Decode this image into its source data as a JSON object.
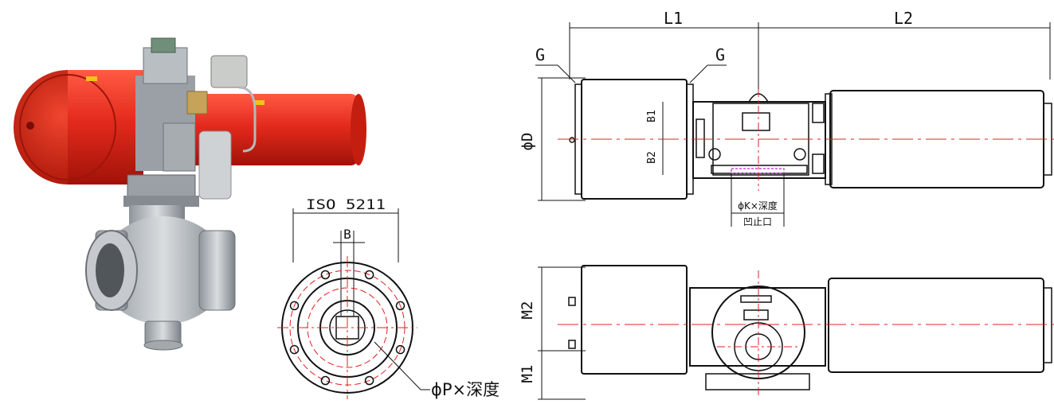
{
  "photo": {
    "alt": "pneumatic actuator ball valve"
  },
  "flange_view": {
    "title": "ISO 5211",
    "dim_b": "B",
    "callout": "ϕP×深度"
  },
  "top_view": {
    "dim_l1": "L1",
    "dim_l2": "L2",
    "dim_g_left": "G",
    "dim_g_right": "G",
    "dim_d": "ϕD",
    "dim_b1": "B1",
    "dim_b2": "B2",
    "spigot_label": "ϕK×深度",
    "spigot_sub": "凹止口"
  },
  "side_view": {
    "dim_m2": "M2",
    "dim_m1": "M1"
  },
  "colors": {
    "actuator_red": "#e32a1c",
    "centerline_red": "#e02020",
    "line": "#111111"
  }
}
